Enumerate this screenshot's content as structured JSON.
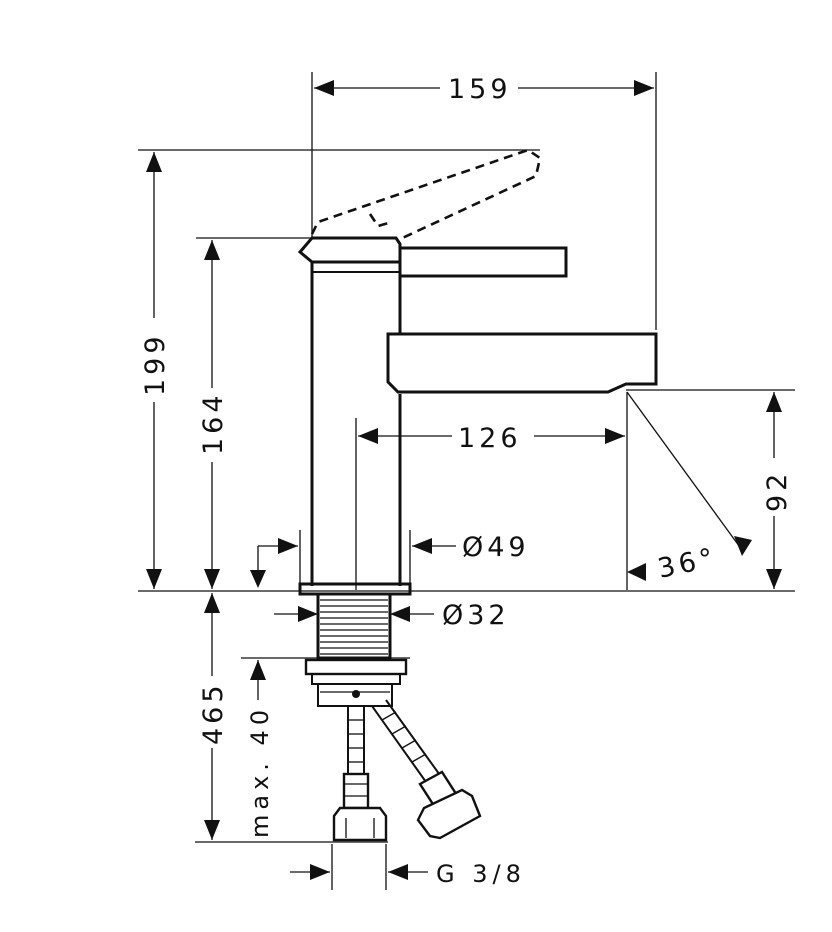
{
  "dimensions": {
    "width_total": "159",
    "height_lever_open": "199",
    "height_lever_closed": "164",
    "spout_reach": "126",
    "spout_height": "92",
    "lever_angle": "36°",
    "base_diameter": "Ø49",
    "shank_diameter": "Ø32",
    "below_deck_length": "465",
    "max_deck_thickness": "max. 40",
    "connection_thread": "G 3/8"
  }
}
